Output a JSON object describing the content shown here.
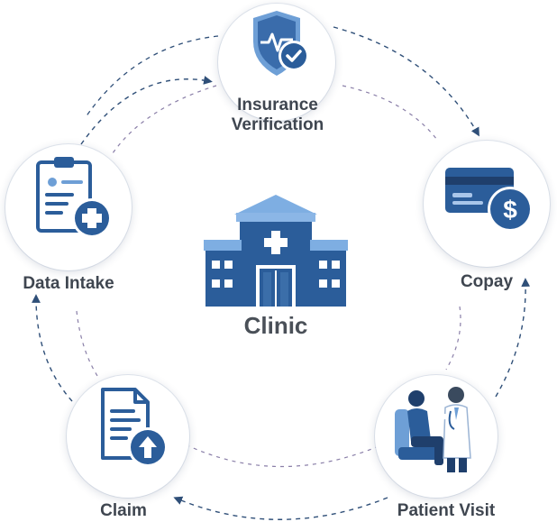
{
  "center": {
    "label": "Clinic",
    "icon": "hospital-icon"
  },
  "nodes": [
    {
      "id": "insurance",
      "label_lines": [
        "Insurance",
        "Verification"
      ],
      "icon": "shield-check-icon"
    },
    {
      "id": "copay",
      "label_lines": [
        "Copay"
      ],
      "icon": "credit-card-dollar-icon"
    },
    {
      "id": "patient-visit",
      "label_lines": [
        "Patient Visit"
      ],
      "icon": "doctor-patient-icon"
    },
    {
      "id": "claim",
      "label_lines": [
        "Claim"
      ],
      "icon": "document-upload-icon"
    },
    {
      "id": "data-intake",
      "label_lines": [
        "Data Intake"
      ],
      "icon": "clipboard-medical-icon"
    }
  ],
  "colors": {
    "primary": "#2b5d9a",
    "light": "#6e9fd6",
    "pale": "#a9c6ea",
    "dark": "#1f3f6c",
    "text": "#3f4650",
    "arrow": "#2f4f78",
    "inner_dash": "#8a7fa8"
  }
}
